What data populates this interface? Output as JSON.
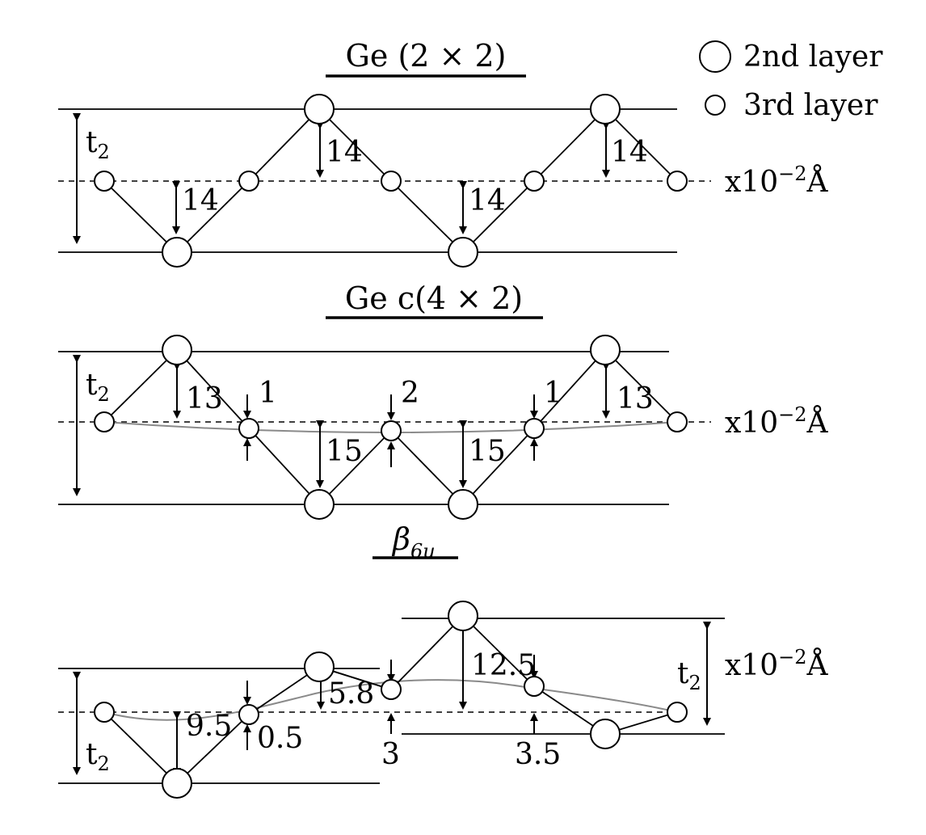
{
  "legend": {
    "second_layer": "2nd layer",
    "third_layer": "3rd layer"
  },
  "panels": [
    {
      "title": "Ge (2 × 2)",
      "t2": "t2",
      "unit": "x10−2Å",
      "labels": [
        "14",
        "14",
        "14",
        "14"
      ]
    },
    {
      "title": "Ge c(4 × 2)",
      "t2": "t2",
      "unit": "x10−2Å",
      "labels": [
        "13",
        "1",
        "2",
        "1",
        "13",
        "15",
        "15"
      ]
    },
    {
      "title": "β6u",
      "title_main": "β",
      "title_sub": "6u",
      "t2_left": "t2",
      "t2_right": "t2",
      "unit": "x10−2Å",
      "labels": [
        "9.5",
        "0.5",
        "5.8",
        "3",
        "12.5",
        "3.5"
      ]
    }
  ],
  "colors": {
    "ink": "#000000",
    "curve": "#8a8a8a"
  }
}
